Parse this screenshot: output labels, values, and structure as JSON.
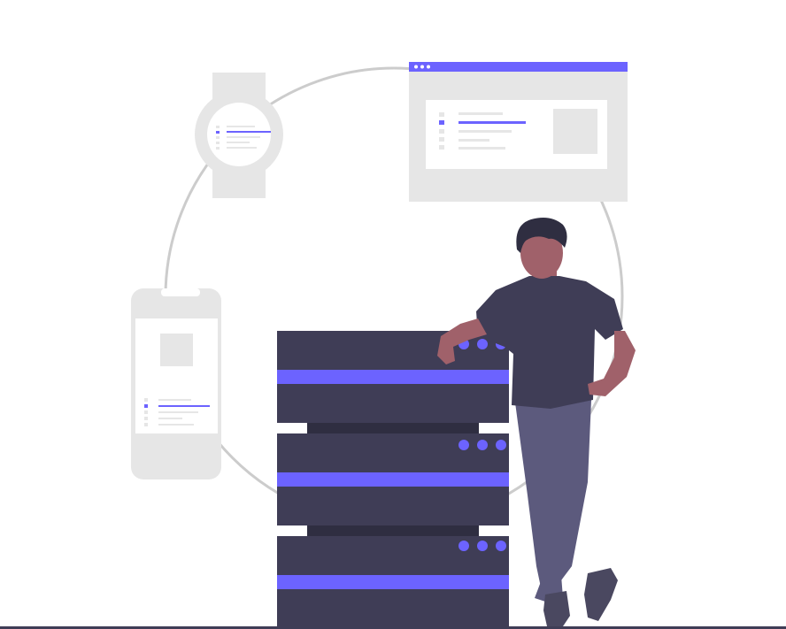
{
  "illustration": {
    "subject": "server-and-devices",
    "colors": {
      "accent": "#6c63ff",
      "server": "#3f3d56",
      "server_gap": "#2f2e41",
      "device": "#e6e6e6",
      "device_dark": "#d6d6d6",
      "screen": "#ffffff",
      "orbit": "#cccccc",
      "skin": "#a0616a",
      "hair": "#2f2e41",
      "shirt": "#3f3d56",
      "pants": "#5c5a7d",
      "shoes": "#4a4860",
      "ground": "#3f3d56"
    },
    "server_units": 3,
    "indicator_lights_per_unit": 3,
    "devices": [
      "smartwatch",
      "browser-window",
      "smartphone"
    ]
  }
}
